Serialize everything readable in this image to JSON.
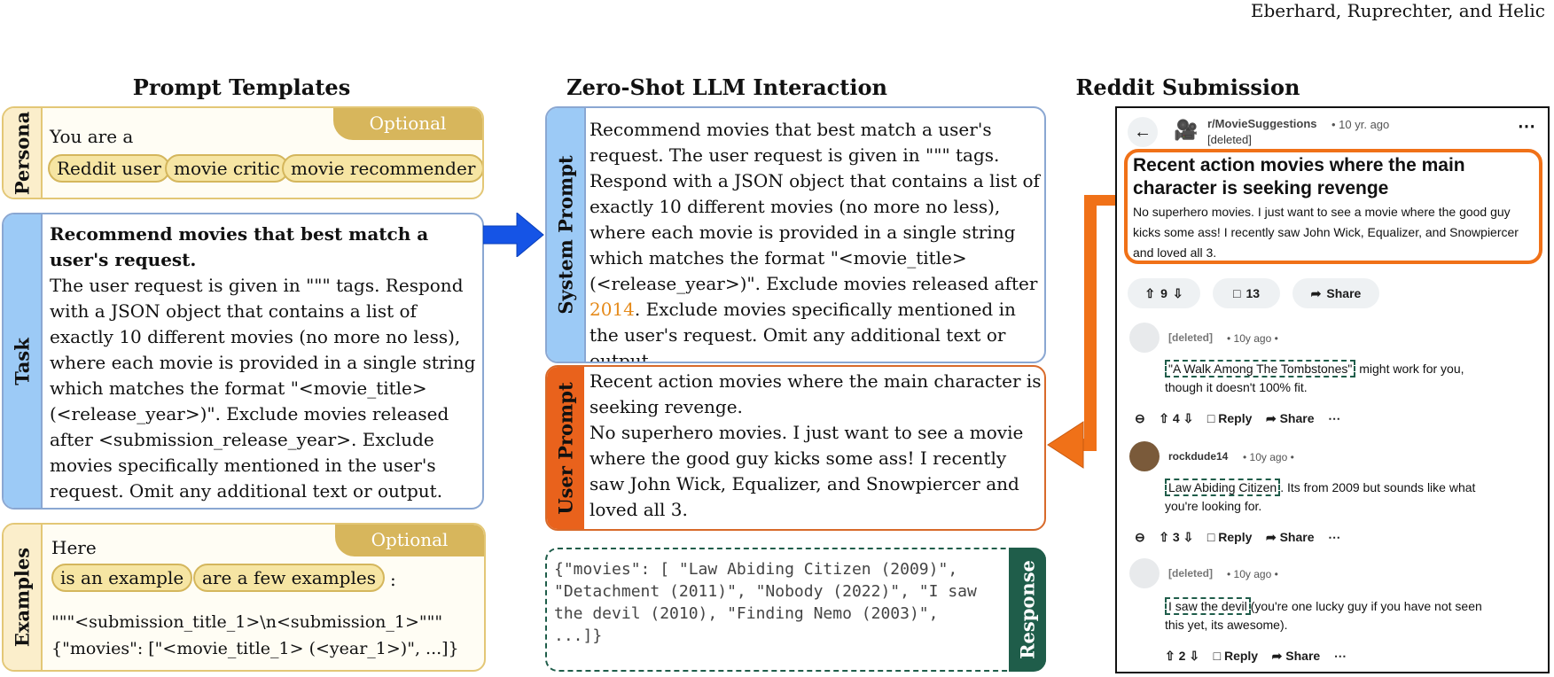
{
  "authors": "Eberhard, Ruprechter, and Helic",
  "headers": {
    "left": "Prompt Templates",
    "middle": "Zero-Shot LLM Interaction",
    "right": "Reddit Submission"
  },
  "persona": {
    "side": "Persona",
    "optional": "Optional",
    "intro": "You are a",
    "chips": [
      "Reddit user",
      "movie critic",
      "movie recommender"
    ]
  },
  "task": {
    "side": "Task",
    "bold": "Recommend movies that best match a user's request.",
    "text": "The user request is given in \"\"\" tags. Respond with a JSON object that contains a list of exactly 10 different movies (no more no less), where each movie is provided in a single string which matches the format \"<movie_title> (<release_year>)\". Exclude movies released after <submission_release_year>. Exclude movies specifically mentioned in the user's request. Omit any additional text or output."
  },
  "examples": {
    "side": "Examples",
    "optional": "Optional",
    "intro": "Here",
    "chips": [
      "is an example",
      "are a few examples"
    ],
    "colon": ":",
    "line1": "\"\"\"<submission_title_1>\\n<submission_1>\"\"\"",
    "line2": "{\"movies\": [\"<movie_title_1> (<year_1>)\", ...]}"
  },
  "system_prompt": {
    "side": "System Prompt",
    "text_before": "Recommend movies that best match a user's request. The user request is given in \"\"\" tags. Respond with a JSON object that contains a list of exactly 10 different movies (no more no less), where each movie is provided in a single string which matches the format \"<movie_title> (<release_year>)\". Exclude movies released after ",
    "year": "2014",
    "text_after": ". Exclude movies specifically mentioned in the user's request. Omit any additional text or output."
  },
  "user_prompt": {
    "side": "User Prompt",
    "text": "Recent action movies where the main character is seeking revenge.\nNo superhero movies. I just want to see a movie where the good guy kicks some ass! I recently saw John Wick, Equalizer, and Snowpiercer and loved all 3."
  },
  "response": {
    "side": "Response",
    "text": "{\"movies\": [ \"Law Abiding Citizen (2009)\", \"Detachment (2011)\", \"Nobody (2022)\", \"I saw the devil (2010), \"Finding Nemo (2003)\", ...]}"
  },
  "reddit": {
    "subreddit": "r/MovieSuggestions",
    "age": "• 10 yr. ago",
    "author": "[deleted]",
    "title": "Recent action movies where the main character is seeking revenge",
    "body": "No superhero movies. I just want to see a movie where the good guy kicks some ass! I recently saw John Wick, Equalizer, and Snowpiercer and loved all 3.",
    "votes": "9",
    "comments_count": "13",
    "share": "Share",
    "reply": "Reply",
    "comments": [
      {
        "user": "[deleted]",
        "age": "• 10y ago •",
        "highlight": "\"A Walk Among The Tombstones\"",
        "rest": "might work for you,",
        "line2": "though it doesn't 100% fit.",
        "votes": "4"
      },
      {
        "user": "rockdude14",
        "age": "• 10y ago •",
        "highlight": "Law Abiding Citizen",
        "rest": ". Its from 2009 but sounds like what",
        "line2": "you're looking for.",
        "votes": "3"
      },
      {
        "user": "[deleted]",
        "age": "• 10y ago •",
        "highlight": "I saw the devil",
        "rest": "(you're one lucky guy if you have not seen",
        "line2": "this yet, its awesome).",
        "votes": "2"
      }
    ]
  },
  "colors": {
    "yellow_side": "#fbeecb",
    "blue_side": "#9ccaf6",
    "orange_side": "#e9621c",
    "arrow_blue": "#1554e6",
    "arrow_orange": "#f07118",
    "response_green": "#1f5d4a",
    "year_orange": "#e58a1a"
  }
}
